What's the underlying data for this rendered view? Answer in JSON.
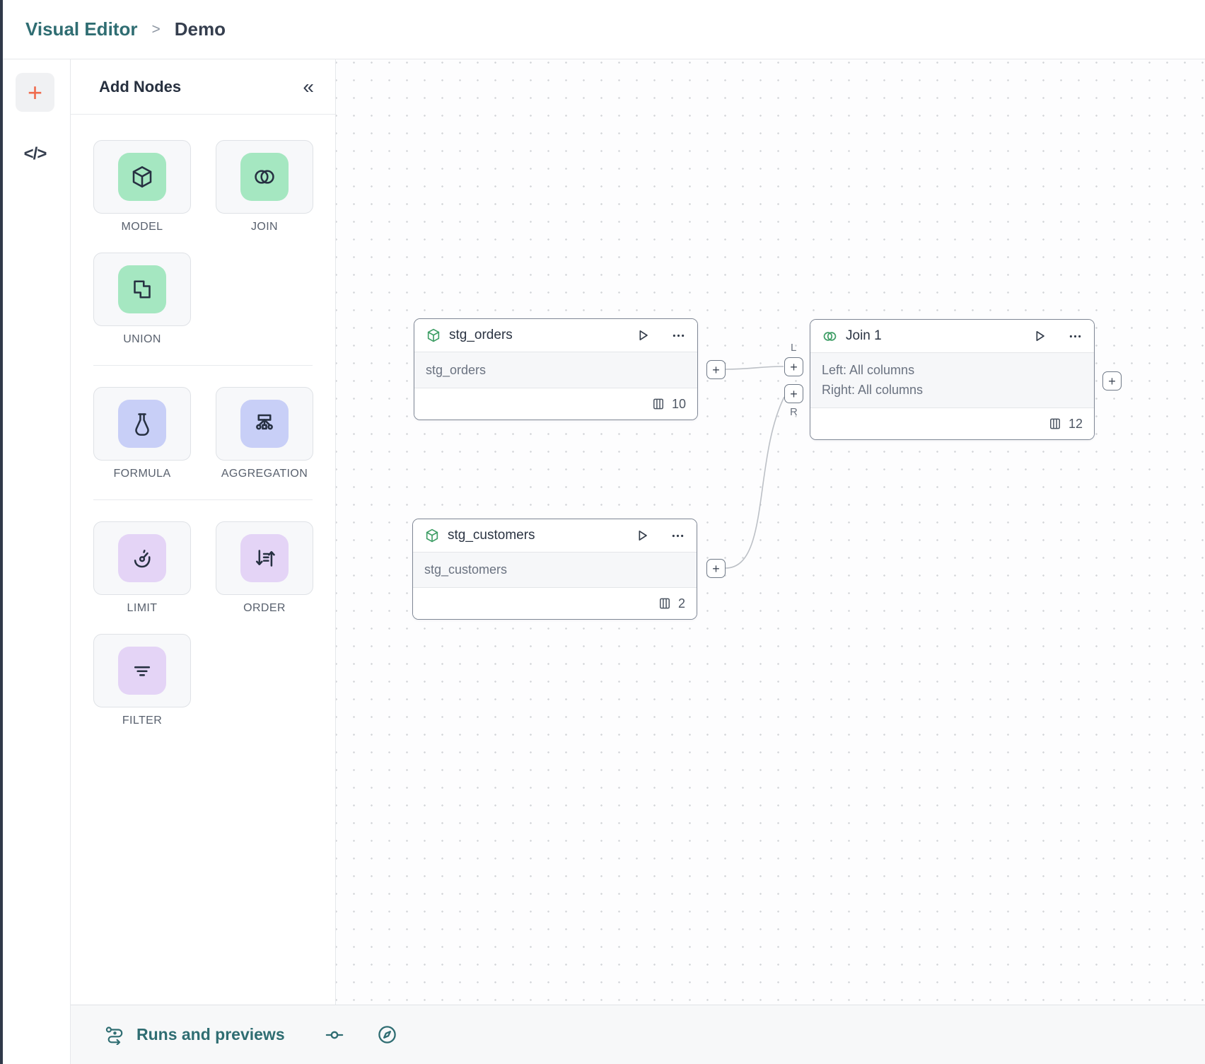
{
  "colors": {
    "accent_teal": "#2F6D72",
    "accent_orange": "#EF6A4C",
    "tile_green": "#A5E7C1",
    "tile_periwinkle": "#C8CFF7",
    "tile_purple": "#E4D4F6",
    "node_icon_green": "#3F9E66"
  },
  "breadcrumb": {
    "root": "Visual Editor",
    "separator": ">",
    "current": "Demo"
  },
  "rail": {
    "add_button": "+",
    "code_button": "</>"
  },
  "panel": {
    "title": "Add Nodes",
    "collapse": "«",
    "groups": [
      {
        "items": [
          {
            "label": "MODEL",
            "icon": "cube-icon",
            "color": "green"
          },
          {
            "label": "JOIN",
            "icon": "join-circles-icon",
            "color": "green"
          },
          {
            "label": "UNION",
            "icon": "union-shapes-icon",
            "color": "green"
          }
        ]
      },
      {
        "items": [
          {
            "label": "FORMULA",
            "icon": "flask-icon",
            "color": "periwinkle"
          },
          {
            "label": "AGGREGATION",
            "icon": "aggregation-tree-icon",
            "color": "periwinkle"
          }
        ]
      },
      {
        "items": [
          {
            "label": "LIMIT",
            "icon": "gauge-icon",
            "color": "purple"
          },
          {
            "label": "ORDER",
            "icon": "sort-arrows-icon",
            "color": "purple"
          },
          {
            "label": "FILTER",
            "icon": "filter-lines-icon",
            "color": "purple"
          }
        ]
      }
    ]
  },
  "canvas": {
    "port_symbol": "+",
    "join_input_labels": {
      "left": "L",
      "right": "R"
    },
    "nodes": [
      {
        "title": "stg_orders",
        "type": "model",
        "body": [
          "stg_orders"
        ],
        "column_count": "10"
      },
      {
        "title": "Join 1",
        "type": "join",
        "body": [
          "Left: All columns",
          "Right: All columns"
        ],
        "column_count": "12"
      },
      {
        "title": "stg_customers",
        "type": "model",
        "body": [
          "stg_customers"
        ],
        "column_count": "2"
      }
    ]
  },
  "bottombar": {
    "runs_label": "Runs and previews"
  }
}
